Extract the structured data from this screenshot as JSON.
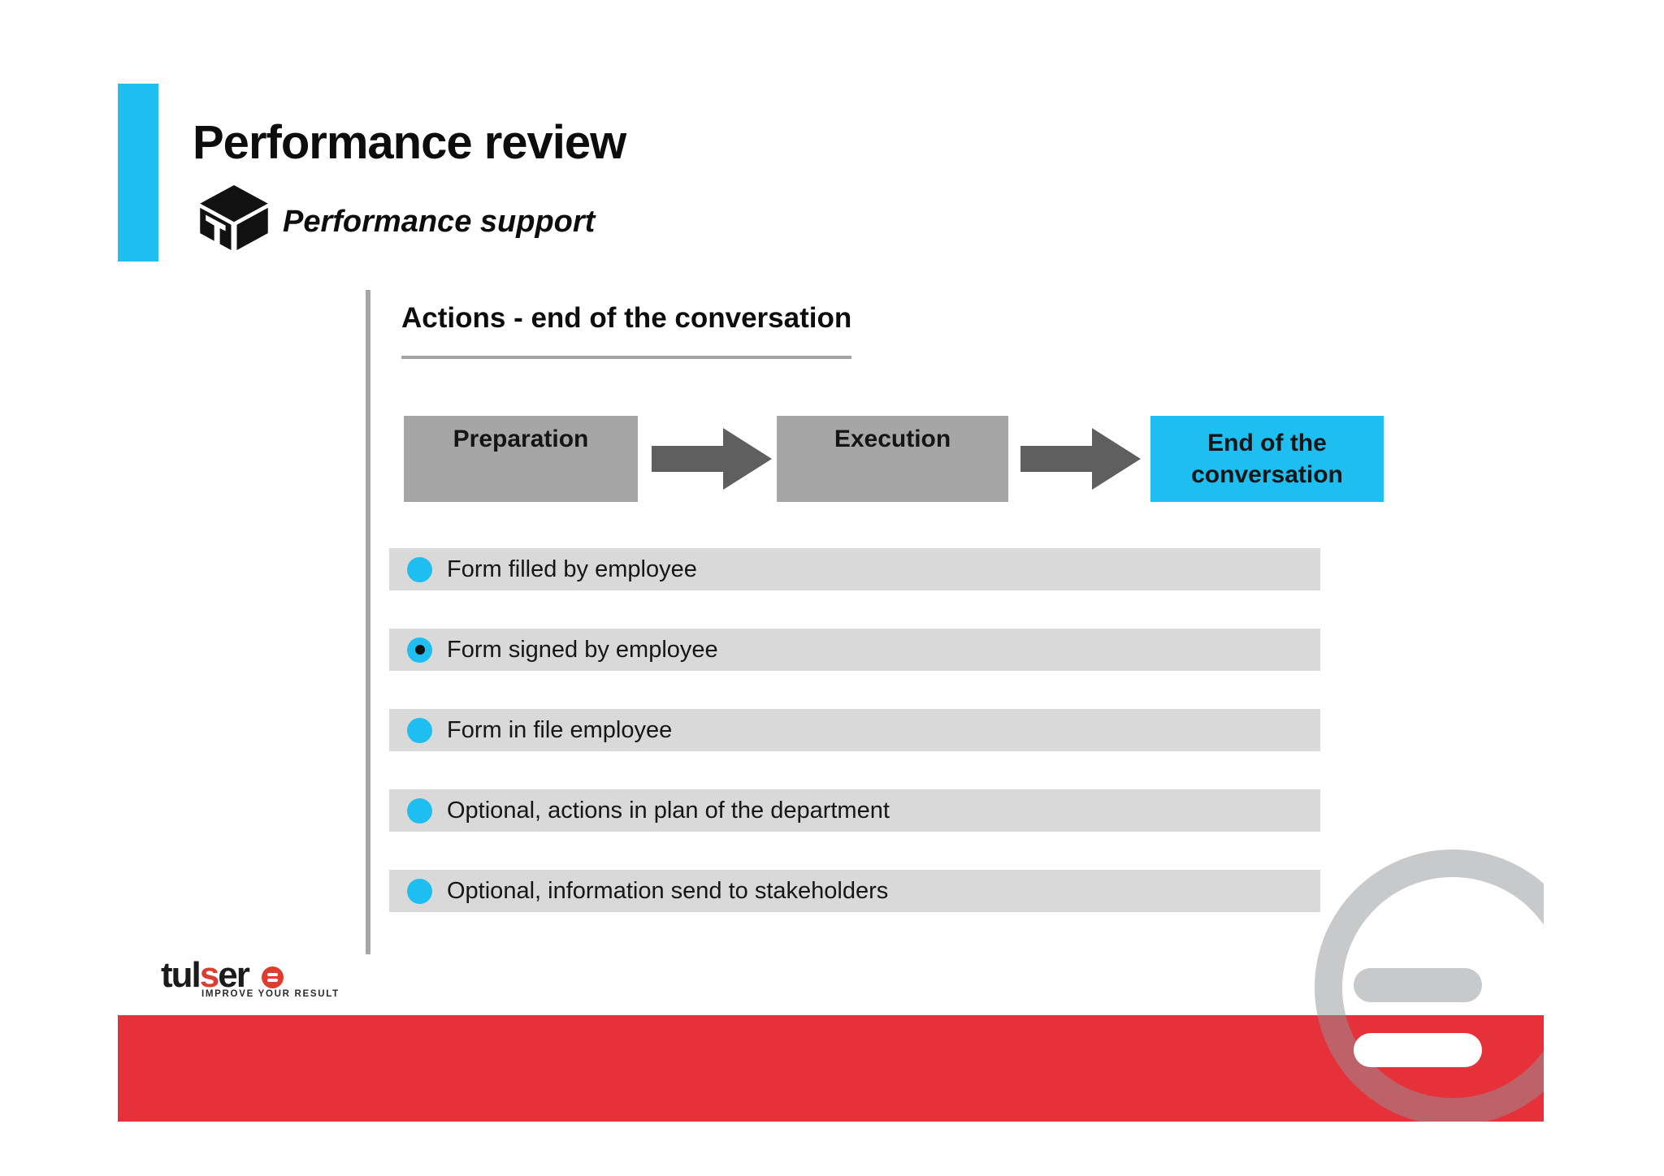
{
  "colors": {
    "accent-cyan": "#1EBFF0",
    "box-gray": "#A6A6A6",
    "arrow-gray": "#5F5F5F",
    "bar-gray": "#D9D9D9",
    "brand-red": "#E6313A",
    "logo-red": "#DC3D2F",
    "watermark-gray": "rgba(145,147,150,0.5)"
  },
  "header": {
    "title": "Performance review",
    "subtitle": "Performance support"
  },
  "section": {
    "heading": "Actions - end of the conversation"
  },
  "flow": {
    "steps": [
      {
        "label": "Preparation"
      },
      {
        "label": "Execution"
      },
      {
        "label": "End of the conversation"
      }
    ]
  },
  "checklist": [
    {
      "label": "Form filled by employee",
      "bullet": "plain"
    },
    {
      "label": "Form signed by employee",
      "bullet": "dot"
    },
    {
      "label": "Form in file employee",
      "bullet": "plain"
    },
    {
      "label": "Optional, actions in plan of the department",
      "bullet": "plain"
    },
    {
      "label": "Optional, information send to stakeholders",
      "bullet": "plain"
    }
  ],
  "footer": {
    "logo": {
      "parts": [
        "tul",
        "s",
        "er"
      ],
      "tagline": "IMPROVE YOUR RESULT"
    }
  }
}
